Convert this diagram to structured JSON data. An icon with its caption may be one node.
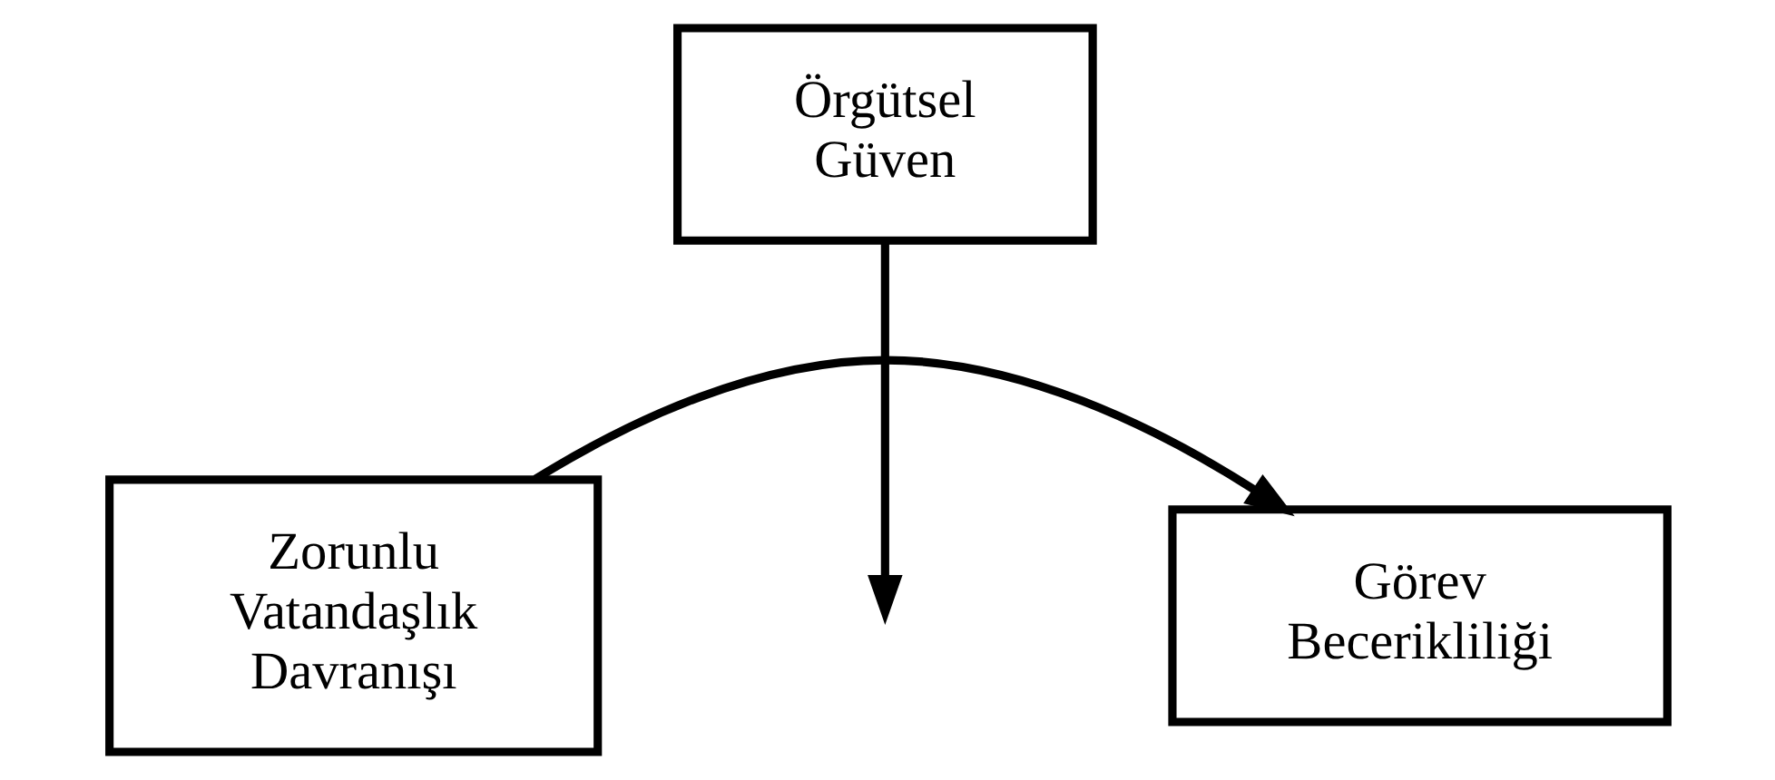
{
  "diagram": {
    "nodes": [
      {
        "text": [
          "Örgütsel Güven"
        ]
      },
      {
        "text": [
          "Zorunlu Vatandaşlık Davranışı"
        ]
      },
      {
        "text": [
          "Görev Becerikliliği"
        ]
      }
    ],
    "edges": [
      {
        "from": 0,
        "to": null,
        "arrow": "to"
      },
      {
        "from": 1,
        "to": 2,
        "arrow": "to"
      }
    ]
  }
}
